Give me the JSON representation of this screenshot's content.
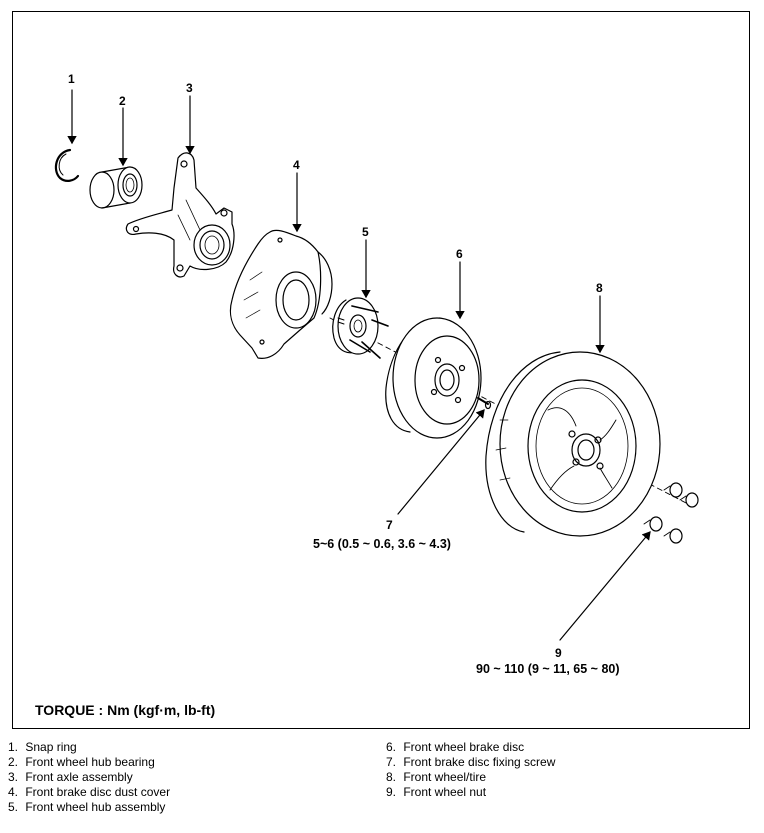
{
  "callouts": [
    "1",
    "2",
    "3",
    "4",
    "5",
    "6",
    "7",
    "8",
    "9"
  ],
  "torque_spec_7": "5~6 (0.5 ~ 0.6, 3.6 ~ 4.3)",
  "torque_spec_9": "90 ~ 110 (9 ~ 11, 65 ~ 80)",
  "torque_title": "TORQUE : Nm (kgf·m, lb-ft)",
  "legend": [
    {
      "num": "1.",
      "label": "Snap ring"
    },
    {
      "num": "2.",
      "label": "Front wheel hub bearing"
    },
    {
      "num": "3.",
      "label": "Front axle assembly"
    },
    {
      "num": "4.",
      "label": "Front brake disc dust cover"
    },
    {
      "num": "5.",
      "label": "Front wheel hub assembly"
    },
    {
      "num": "6.",
      "label": "Front wheel brake disc"
    },
    {
      "num": "7.",
      "label": "Front brake disc fixing screw"
    },
    {
      "num": "8.",
      "label": "Front wheel/tire"
    },
    {
      "num": "9.",
      "label": "Front wheel nut"
    }
  ]
}
